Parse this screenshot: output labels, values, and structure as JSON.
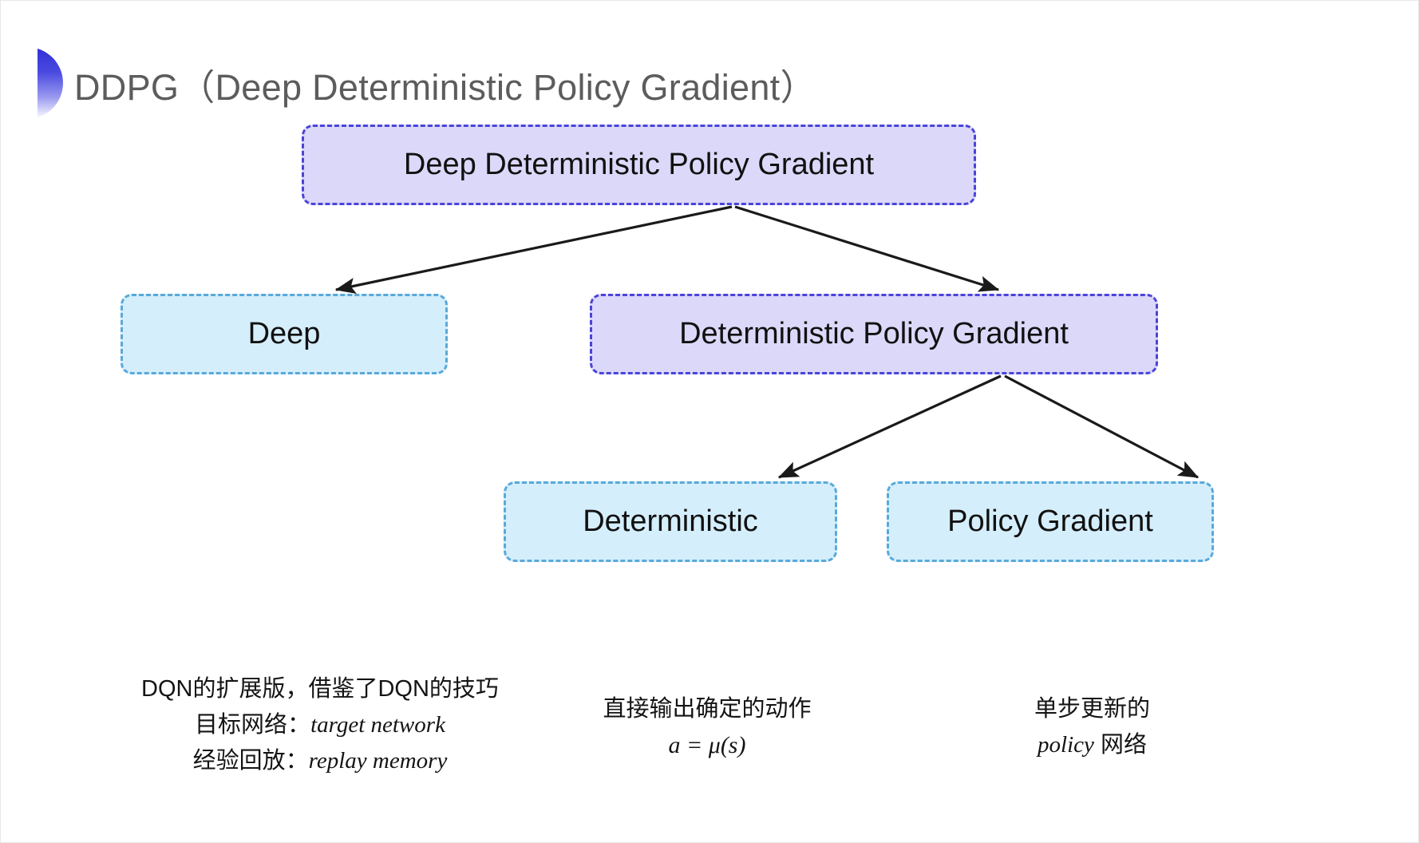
{
  "slide": {
    "title": "DDPG（Deep Deterministic Policy Gradient）",
    "background_color": "#ffffff"
  },
  "theme": {
    "purple_fill": "#dcd8f9",
    "purple_border": "#4a44d9",
    "blue_fill": "#d5eefb",
    "blue_border": "#58a9db",
    "title_color": "#5c5c5c",
    "text_color": "#141414",
    "arrow_color": "#1a1a1a",
    "decoration_gradient_start": "#2f2fd6",
    "decoration_gradient_end": "#ffffff"
  },
  "diagram": {
    "nodes": [
      {
        "id": "root",
        "label": "Deep Deterministic Policy Gradient",
        "style": "purple"
      },
      {
        "id": "deep",
        "label": "Deep",
        "style": "blue"
      },
      {
        "id": "dpg",
        "label": "Deterministic Policy Gradient",
        "style": "purple"
      },
      {
        "id": "det",
        "label": "Deterministic",
        "style": "blue"
      },
      {
        "id": "pg",
        "label": "Policy Gradient",
        "style": "blue"
      }
    ],
    "edges": [
      {
        "from": "root",
        "to": "deep"
      },
      {
        "from": "root",
        "to": "dpg"
      },
      {
        "from": "dpg",
        "to": "det"
      },
      {
        "from": "dpg",
        "to": "pg"
      }
    ]
  },
  "notes": {
    "deep": {
      "line1": "DQN的扩展版，借鉴了DQN的技巧",
      "line2_label": "目标网络：",
      "line2_term": "target network",
      "line3_label": "经验回放：",
      "line3_term": "replay memory"
    },
    "deterministic": {
      "line1": "直接输出确定的动作",
      "formula": "a = μ(s)"
    },
    "policy_gradient": {
      "line1": "单步更新的",
      "line2_term": "policy",
      "line2_suffix": " 网络"
    }
  }
}
